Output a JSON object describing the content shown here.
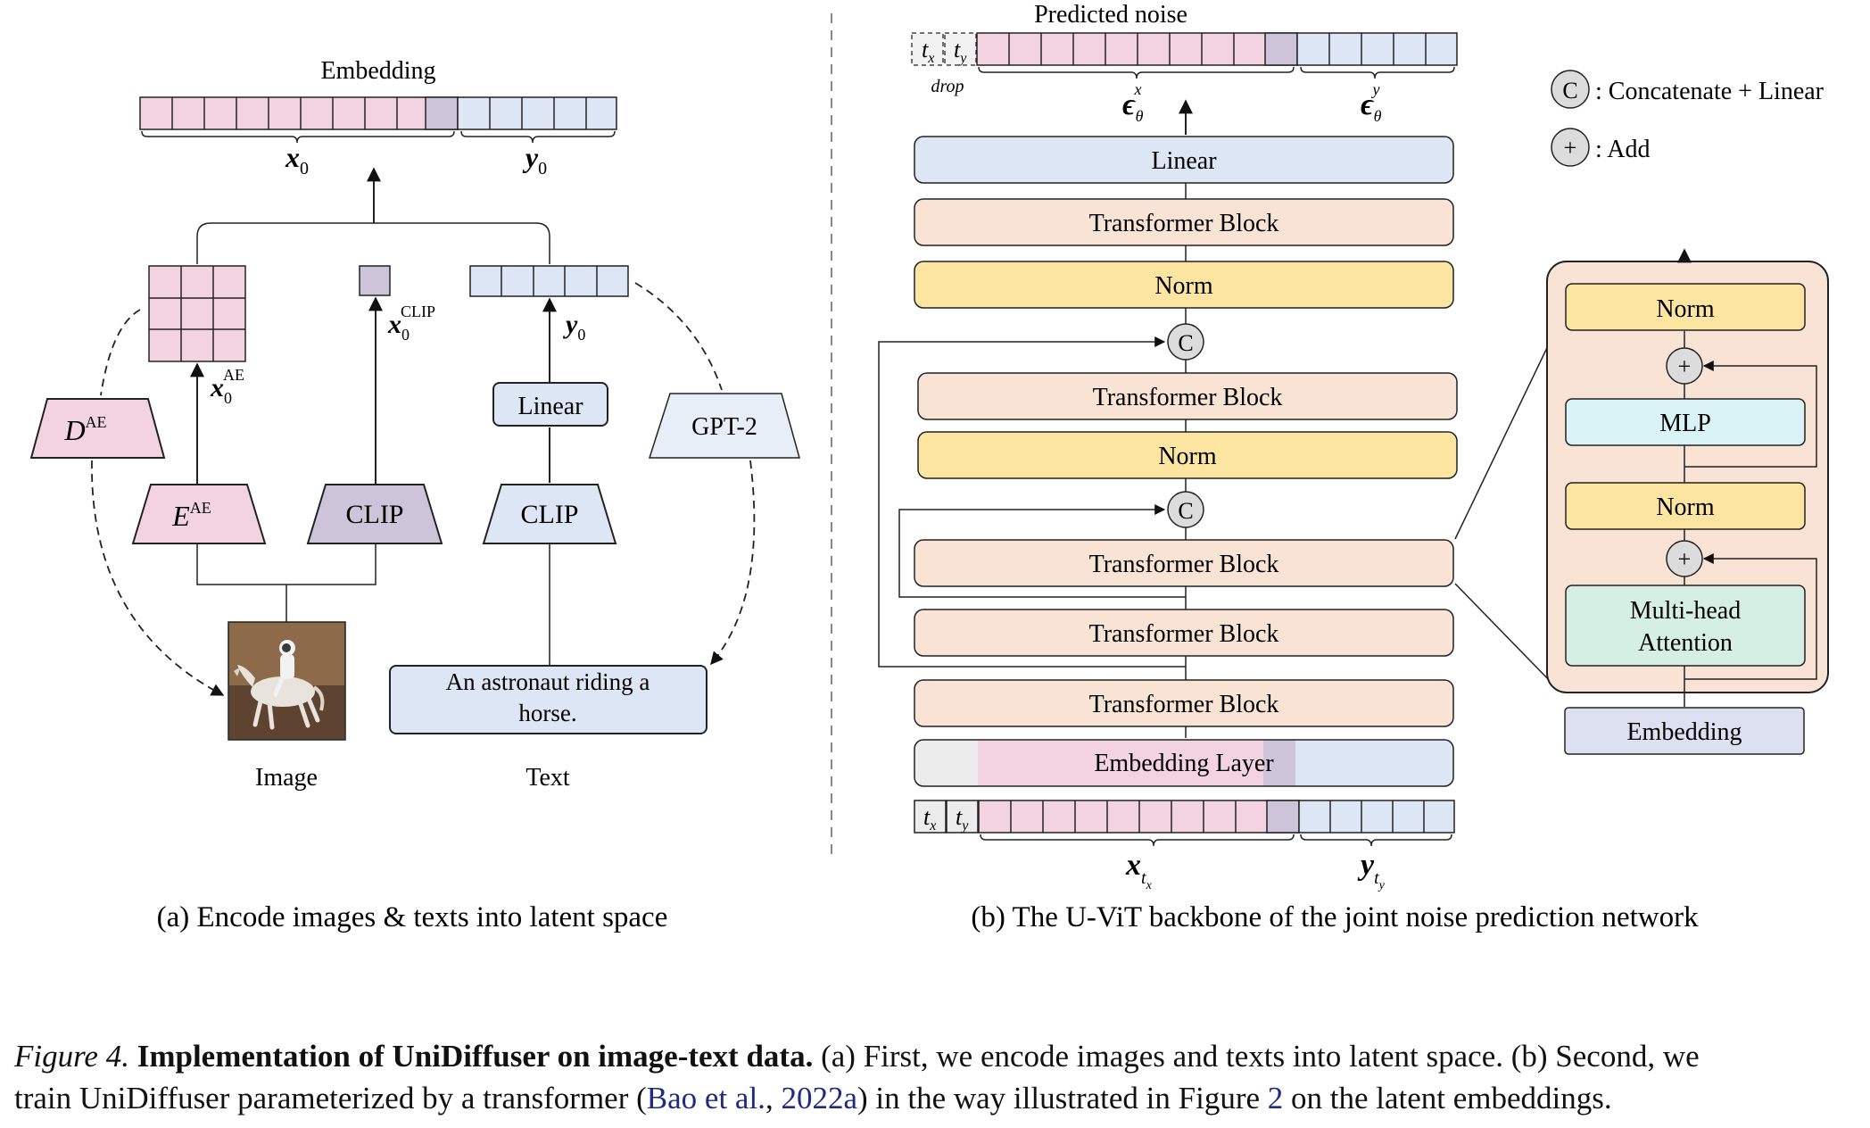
{
  "left_panel": {
    "top_label": "Embedding",
    "x0_label": "x",
    "x0_sub": "0",
    "y0_label": "y",
    "y0_sub": "0",
    "x0_ae_label": "x",
    "x0_ae_sub": "0",
    "x0_ae_sup": "AE",
    "x0_clip_label": "x",
    "x0_clip_sub": "0",
    "x0_clip_sup": "CLIP",
    "y0_mid_label": "y",
    "y0_mid_sub": "0",
    "decoder_label": "D",
    "decoder_sup": "AE",
    "encoder_label": "E",
    "encoder_sup": "AE",
    "clip_image_label": "CLIP",
    "clip_text_label": "CLIP",
    "linear_label": "Linear",
    "gpt2_label": "GPT-2",
    "text_box_line1": "An astronaut riding a",
    "text_box_line2": "horse.",
    "image_label": "Image",
    "text_label": "Text",
    "caption": "(a) Encode images & texts into latent space"
  },
  "right_panel": {
    "top_label": "Predicted noise",
    "drop_label": "drop",
    "t_x": "t",
    "t_x_sub": "x",
    "t_y": "t",
    "t_y_sub": "y",
    "eps_label": "ϵ",
    "eps_sub": "θ",
    "eps_x_sup": "x",
    "eps_y_sup": "y",
    "legend_concat_symbol": "C",
    "legend_concat_text": ": Concatenate + Linear",
    "legend_add_symbol": "+",
    "legend_add_text": ": Add",
    "blocks": {
      "linear": "Linear",
      "transformer": "Transformer Block",
      "norm": "Norm",
      "embedding_layer": "Embedding Layer"
    },
    "concat_symbol": "C",
    "add_symbol": "+",
    "detail": {
      "norm_top": "Norm",
      "mlp": "MLP",
      "norm_bottom": "Norm",
      "attention_line1": "Multi-head",
      "attention_line2": "Attention",
      "embedding": "Embedding"
    },
    "x_t_label": "x",
    "x_t_sub": "t",
    "x_t_subsub": "x",
    "y_t_label": "y",
    "y_t_sub": "t",
    "y_t_subsub": "y",
    "caption": "(b) The U-ViT backbone of the joint noise prediction network"
  },
  "figure_caption": {
    "fig_label": "Figure 4.",
    "bold_title": "Implementation of UniDiffuser on image-text data.",
    "part1": " (a) First, we encode images and texts into latent space. (b) Second, we",
    "part2": "train UniDiffuser parameterized by a transformer (",
    "link1": "Bao et al.",
    "comma": ", ",
    "link2": "2022a",
    "part3": ") in the way illustrated in Figure ",
    "link3": "2",
    "part4": " on the latent embeddings."
  },
  "colors": {
    "pink": "#f2d3df",
    "purple": "#cdc4d9",
    "blue": "#dce6f5",
    "peach": "#f8e3d5",
    "yellow": "#fbe5a0",
    "cyan": "#d9f3f6",
    "green": "#d5efe4",
    "lavender": "#dde0f1",
    "gray": "#ececec"
  }
}
